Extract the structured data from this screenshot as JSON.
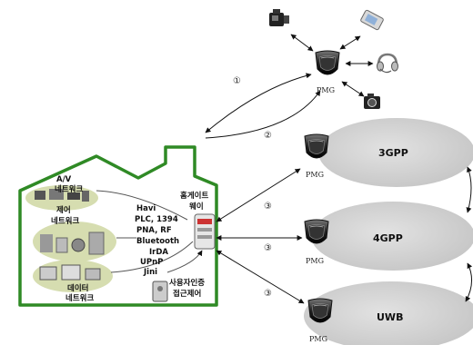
{
  "house": {
    "label_av_1": "A/V",
    "label_av_2": "네트워크",
    "label_ctrl_1": "제어",
    "label_ctrl_2": "네트워크",
    "label_data_1": "데이터",
    "label_data_2": "네트워크",
    "protocols": [
      "Havi",
      "PLC, 1394",
      "PNA, RF",
      "Bluetooth",
      "IrDA",
      "UPnP",
      "Jini"
    ],
    "gateway_1": "홈게이트",
    "gateway_2": "웨이",
    "auth_1": "사용자인증",
    "auth_2": "접근제어"
  },
  "pmg_label": "PMG",
  "networks": [
    {
      "name": "3GPP",
      "pmg": "PMG",
      "link": "③"
    },
    {
      "name": "4GPP",
      "pmg": "PMG",
      "link": "③"
    },
    {
      "name": "UWB",
      "pmg": "PMG",
      "link": "③"
    }
  ],
  "links": {
    "one": "①",
    "two": "②"
  },
  "icons": [
    "camcorder-icon",
    "pda-icon",
    "headset-icon",
    "camera-icon"
  ]
}
